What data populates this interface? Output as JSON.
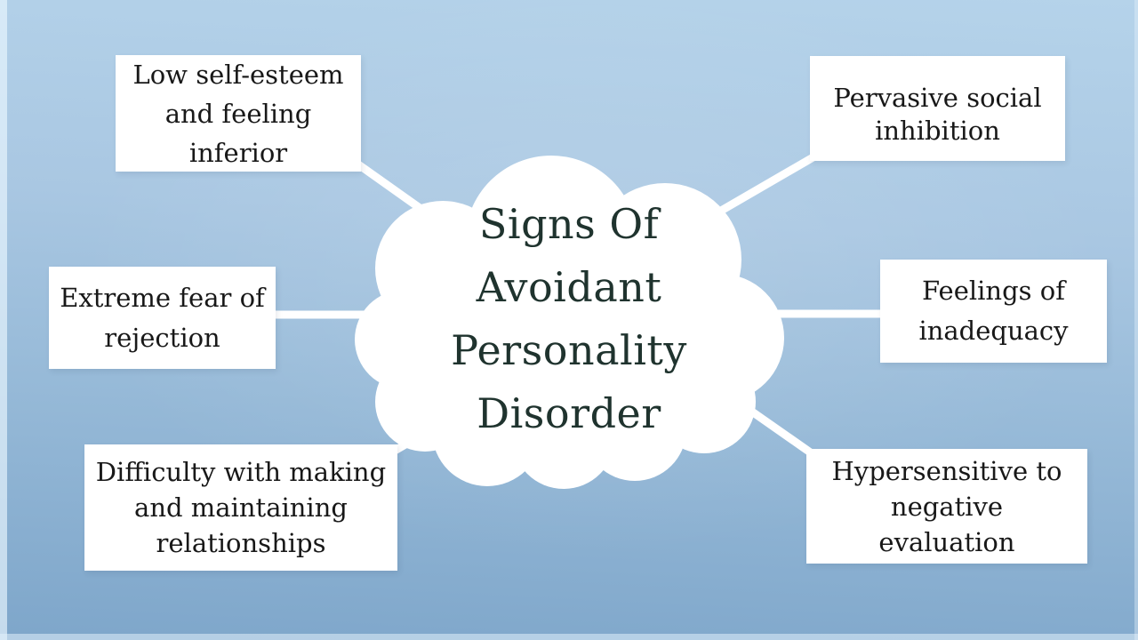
{
  "title": {
    "text": "Signs Of Avoidant Personality Disorder",
    "lines": [
      "Signs Of",
      "Avoidant",
      "Personality",
      "Disorder"
    ]
  },
  "nodes": [
    {
      "id": "low-self-esteem",
      "position": "top-left",
      "label": "Low self-esteem and feeling inferior",
      "lines": [
        "Low self-esteem",
        "and feeling",
        "inferior"
      ]
    },
    {
      "id": "fear-of-rejection",
      "position": "middle-left",
      "label": "Extreme fear of rejection",
      "lines": [
        "Extreme fear of",
        "rejection"
      ]
    },
    {
      "id": "relationship-difficulty",
      "position": "bottom-left",
      "label": "Difficulty with making and maintaining relationships",
      "lines": [
        "Difficulty with making",
        "and maintaining",
        "relationships"
      ]
    },
    {
      "id": "social-inhibition",
      "position": "top-right",
      "label": "Pervasive social inhibition",
      "lines": [
        "Pervasive social",
        "inhibition"
      ]
    },
    {
      "id": "inadequacy",
      "position": "middle-right",
      "label": "Feelings of inadequacy",
      "lines": [
        "Feelings of",
        "inadequacy"
      ]
    },
    {
      "id": "hypersensitive",
      "position": "bottom-right",
      "label": "Hypersensitive to negative evaluation",
      "lines": [
        "Hypersensitive to",
        "negative",
        "evaluation"
      ]
    }
  ],
  "colors": {
    "background_top": "#b5d3ea",
    "background_bottom": "#7ea6ca",
    "cloud_fill": "#ffffff",
    "connector": "#ffffff",
    "node_background": "#ffffff",
    "node_text": "#181818",
    "title_text": "#1f332e"
  }
}
